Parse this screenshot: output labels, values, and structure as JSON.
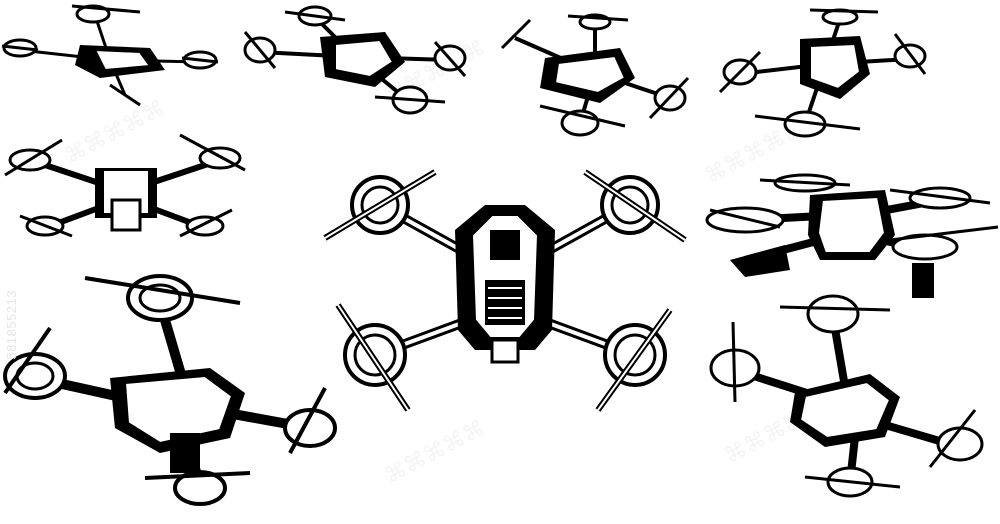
{
  "image": {
    "subject": "drones",
    "background_color": "#ffffff",
    "ink_color": "#000000",
    "drone_count": 9
  },
  "watermark": {
    "stock_id": "581855213"
  },
  "drones": [
    {
      "name": "drone-top-left"
    },
    {
      "name": "drone-top-center-left"
    },
    {
      "name": "drone-top-center-right"
    },
    {
      "name": "drone-top-right"
    },
    {
      "name": "drone-mid-left"
    },
    {
      "name": "drone-center-large"
    },
    {
      "name": "drone-mid-right"
    },
    {
      "name": "drone-bottom-left"
    },
    {
      "name": "drone-bottom-right"
    }
  ]
}
